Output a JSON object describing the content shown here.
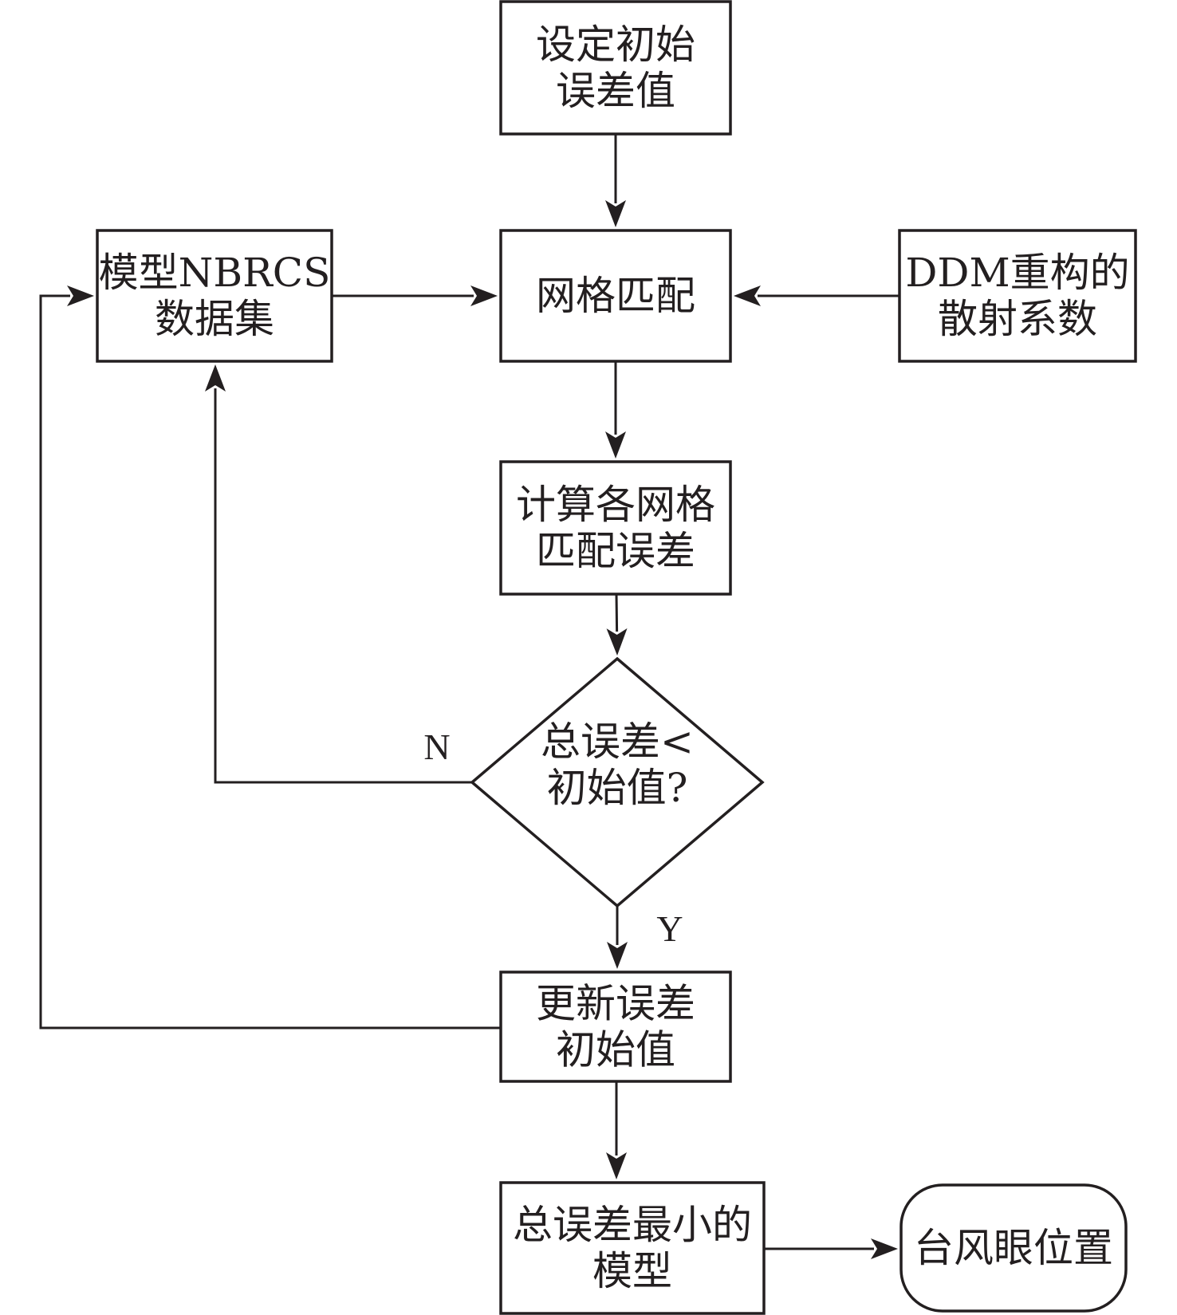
{
  "diagram": {
    "type": "flowchart",
    "colors": {
      "stroke": "#231f20",
      "background": "#ffffff",
      "text": "#231f20"
    },
    "nodes": [
      {
        "id": "set-initial-error",
        "shape": "rect",
        "lines": [
          "设定初始",
          "误差值"
        ]
      },
      {
        "id": "model-nbrcs-dataset",
        "shape": "rect",
        "lines": [
          "模型NBRCS",
          "数据集"
        ]
      },
      {
        "id": "grid-matching",
        "shape": "rect",
        "lines": [
          "网格匹配"
        ]
      },
      {
        "id": "ddm-reconstructed-coefficient",
        "shape": "rect",
        "lines": [
          "DDM重构的",
          "散射系数"
        ]
      },
      {
        "id": "compute-grid-errors",
        "shape": "rect",
        "lines": [
          "计算各网格",
          "匹配误差"
        ]
      },
      {
        "id": "total-error-decision",
        "shape": "diamond",
        "lines": [
          "总误差<",
          "初始值?"
        ]
      },
      {
        "id": "update-initial-error",
        "shape": "rect",
        "lines": [
          "更新误差",
          "初始值"
        ]
      },
      {
        "id": "min-error-model",
        "shape": "rect",
        "lines": [
          "总误差最小的",
          "模型"
        ]
      },
      {
        "id": "typhoon-eye-position",
        "shape": "rounded",
        "lines": [
          "台风眼位置"
        ]
      }
    ],
    "edges": [
      {
        "from": "set-initial-error",
        "to": "grid-matching",
        "label": ""
      },
      {
        "from": "model-nbrcs-dataset",
        "to": "grid-matching",
        "label": ""
      },
      {
        "from": "ddm-reconstructed-coefficient",
        "to": "grid-matching",
        "label": ""
      },
      {
        "from": "grid-matching",
        "to": "compute-grid-errors",
        "label": ""
      },
      {
        "from": "compute-grid-errors",
        "to": "total-error-decision",
        "label": ""
      },
      {
        "from": "total-error-decision",
        "to": "model-nbrcs-dataset",
        "label": "N"
      },
      {
        "from": "total-error-decision",
        "to": "update-initial-error",
        "label": "Y"
      },
      {
        "from": "update-initial-error",
        "to": "model-nbrcs-dataset",
        "label": ""
      },
      {
        "from": "update-initial-error",
        "to": "min-error-model",
        "label": ""
      },
      {
        "from": "min-error-model",
        "to": "typhoon-eye-position",
        "label": ""
      }
    ]
  }
}
